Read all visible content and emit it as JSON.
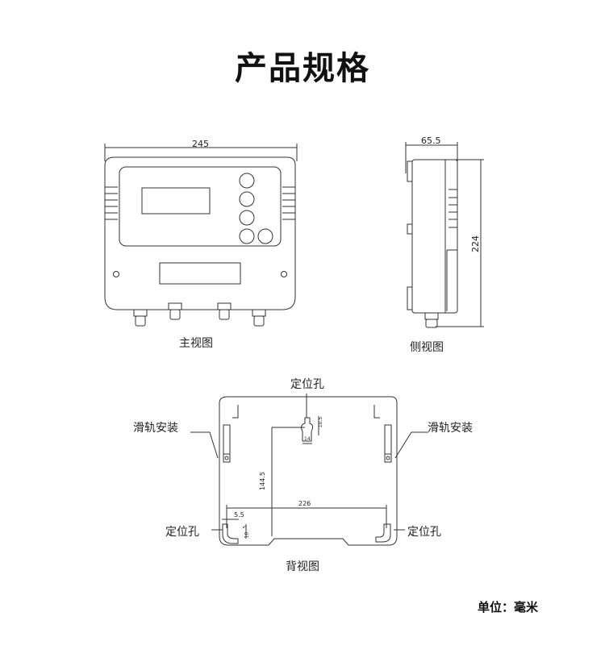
{
  "title": "产品规格",
  "front_view": {
    "label": "主视图",
    "width_dim": "245"
  },
  "side_view": {
    "label": "侧视图",
    "depth_dim": "65.5",
    "height_dim": "224"
  },
  "back_view": {
    "label": "背视图",
    "mount_hole_top": "定位孔",
    "rail_left": "滑轨安装",
    "rail_right": "滑轨安装",
    "mount_hole_bottom_left": "定位孔",
    "mount_hole_bottom_right": "定位孔",
    "dim_hole_spacing_v": "144.5",
    "dim_hole_spacing_h": "226",
    "dim_edge_offset": "5.5",
    "dim_keyhole_width": "14",
    "dim_keyhole_height": "10.5",
    "dim_slot_a": "5",
    "dim_slot_b": "10"
  },
  "unit": "单位：毫米"
}
